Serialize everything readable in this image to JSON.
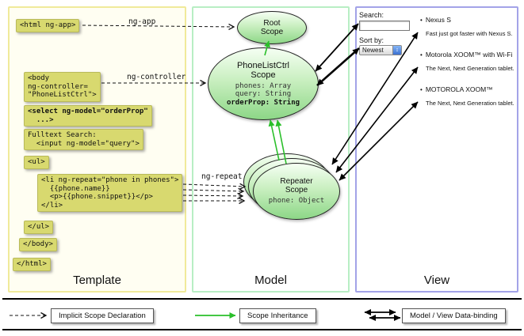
{
  "diagram": {
    "columns": [
      {
        "id": "template",
        "label": "Template"
      },
      {
        "id": "model",
        "label": "Model"
      },
      {
        "id": "view",
        "label": "View"
      }
    ],
    "colors": {
      "snippet_bg": "#d8d96f",
      "scope_fill_top": "#f5fff3",
      "scope_fill_bottom": "#8dd787",
      "inheritance_green": "#2abf2a",
      "template_border": "#f0ea9a",
      "model_border": "#b8eec4",
      "view_border": "#a3a3e8"
    }
  },
  "template": {
    "snippets": [
      {
        "text": "<html ng-app>"
      },
      {
        "text": "<body\nng-controller=\n\"PhoneListCtrl\">"
      },
      {
        "text": "<select ng-model=\"orderProp\"\n  ...>"
      },
      {
        "text": "Fulltext Search:\n  <input ng-model=\"query\">"
      },
      {
        "text": "<ul>"
      },
      {
        "text": "<li ng-repeat=\"phone in phones\">\n  {{phone.name}}\n  <p>{{phone.snippet}}</p>\n</li>"
      },
      {
        "text": "</ul>"
      },
      {
        "text": "</body>"
      },
      {
        "text": "</html>"
      }
    ]
  },
  "model": {
    "root_scope": {
      "title": "Root\nScope"
    },
    "phonelist_scope": {
      "title": "PhoneListCtrl\nScope",
      "props": "phones: Array\nquery: String",
      "highlight_prop": "orderProp: String"
    },
    "repeater_scope": {
      "title": "Repeater\nScope",
      "props": "phone: Object"
    }
  },
  "arrow_labels": {
    "ng_app": "ng-app",
    "ng_controller": "ng-controller",
    "ng_repeat": "ng-repeat"
  },
  "view": {
    "search_label": "Search:",
    "search_value": "",
    "sort_label": "Sort by:",
    "sort_value": "Newest",
    "items": [
      {
        "title": "Nexus S",
        "desc": "Fast just got faster with Nexus S."
      },
      {
        "title": "Motorola XOOM™ with Wi-Fi",
        "desc": "The Next, Next Generation tablet."
      },
      {
        "title": "MOTOROLA XOOM™",
        "desc": "The Next, Next Generation tablet."
      }
    ]
  },
  "legend": {
    "items": [
      {
        "label": "Implicit Scope Declaration"
      },
      {
        "label": "Scope Inheritance"
      },
      {
        "label": "Model / View Data-binding"
      }
    ]
  },
  "icons": {
    "dropdown_arrow": "↕",
    "bullet": "•"
  }
}
